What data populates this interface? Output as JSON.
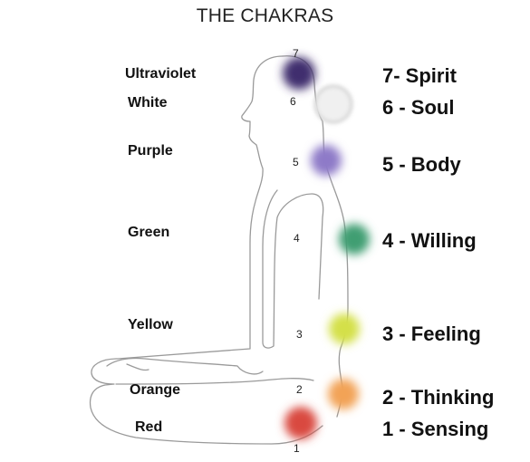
{
  "title": "THE CHAKRAS",
  "chakras": [
    {
      "number": "1",
      "color_name": "Red",
      "name": "1 - Sensing",
      "hex": "#d9493f"
    },
    {
      "number": "2",
      "color_name": "Orange",
      "name": "2 - Thinking",
      "hex": "#f2a356"
    },
    {
      "number": "3",
      "color_name": "Yellow",
      "name": "3 - Feeling",
      "hex": "#d4e04a"
    },
    {
      "number": "4",
      "color_name": "Green",
      "name": "4 - Willing",
      "hex": "#3f9e72"
    },
    {
      "number": "5",
      "color_name": "Purple",
      "name": "5 - Body",
      "hex": "#8e7ac8"
    },
    {
      "number": "6",
      "color_name": "White",
      "name": "6 - Soul",
      "hex": "#f0f0f0"
    },
    {
      "number": "7",
      "color_name": "Ultraviolet",
      "name": "7- Spirit",
      "hex": "#3f2d6e"
    }
  ],
  "colors": {
    "outline": "#9a9a9a",
    "text": "#111111"
  }
}
